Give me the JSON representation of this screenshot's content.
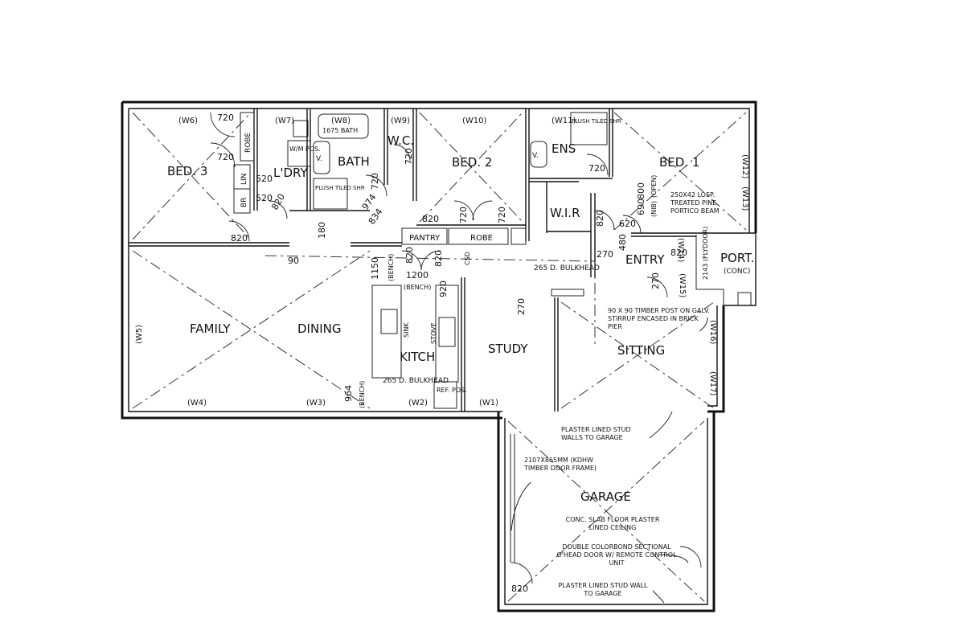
{
  "rooms": {
    "bed3": "BED. 3",
    "ldry": "L'DRY",
    "bath": "BATH",
    "wc": "W.C.",
    "bed2": "BED. 2",
    "ens": "ENS",
    "bed1": "BED. 1",
    "wir": "W.I.R",
    "pantry": "PANTRY",
    "robe": "ROBE",
    "family": "FAMILY",
    "dining": "DINING",
    "kitch": "KITCH",
    "study": "STUDY",
    "sitting": "SITTING",
    "entry": "ENTRY",
    "port": "PORT.",
    "port_sub": "(CONC)",
    "garage": "GARAGE"
  },
  "windows": {
    "w1": "(W1)",
    "w2": "(W2)",
    "w3": "(W3)",
    "w4": "(W4)",
    "w5": "(W5)",
    "w6": "(W6)",
    "w7": "(W7)",
    "w8": "(W8)",
    "w9": "(W9)",
    "w10": "(W10)",
    "w11": "(W11)",
    "w12": "(W12)",
    "w13": "(W13)",
    "w14": "(W14)",
    "w15": "(W15)",
    "w16": "(W16)",
    "w17": "(W17)"
  },
  "dims": {
    "d720": "720",
    "d820": "820",
    "d520": "520",
    "d974": "974",
    "d834": "834",
    "d180": "180",
    "d90": "90",
    "d1150": "1150",
    "d1200": "1200",
    "d270": "270",
    "d480": "480",
    "d620": "620",
    "d690": "690",
    "d800": "800",
    "d964": "964",
    "d920": "920"
  },
  "fixtures": {
    "robe": "ROBE",
    "lin": "LIN",
    "br": "BR",
    "wm_pos": "W/M POS.",
    "bath_1675": "1675 BATH",
    "plush_shr": "PLUSH TILED SHR",
    "plush_shr_ens": "PLUSH TILED SHR",
    "v": "V.",
    "bench": "(BENCH)",
    "csd": "CSD",
    "sink": "SINK",
    "stove": "STOVE",
    "ref_pos": "REF. POS.",
    "open": "(OPEN)",
    "nib": "(NIB)"
  },
  "notes": {
    "bulkhead_kitchen": "265 D. BULKHEAD",
    "bulkhead_hall": "265 D. BULKHEAD",
    "portico_beam": "250X42 LOSP. TREATED PINE PORTICO BEAM",
    "timber_post": "90 X 90 TIMBER POST ON GALV. STIRRUP ENCASED IN BRICK PIER",
    "flydoor": "2143 (FLYDOOR)",
    "plaster_walls": "PLASTER LINED STUD WALLS TO GARAGE",
    "door_frame": "2107X865MM (KDHW TIMBER DOOR FRAME)",
    "slab": "CONC. SLAB FLOOR PLASTER LINED CEILING",
    "door_sectional": "DOUBLE COLORBOND SECTIONAL O'HEAD DOOR W/ REMOTE CONTROL UNIT",
    "plaster_wall": "PLASTER LINED STUD WALL TO GARAGE"
  }
}
